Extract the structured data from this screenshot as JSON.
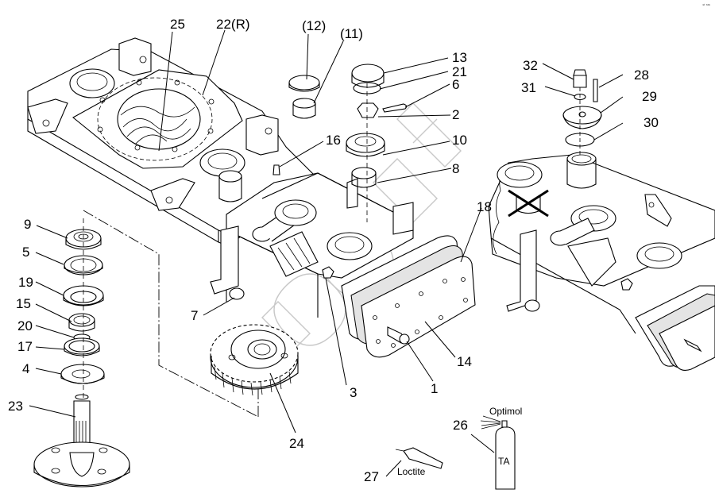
{
  "drawing": {
    "type": "exploded parts diagram",
    "corner_mark": "ᵉᵗ ˢˢˢ",
    "watermark": "OHZOH"
  },
  "callouts": {
    "c1": "1",
    "c2": "2",
    "c3": "3",
    "c4": "4",
    "c5": "5",
    "c6": "6",
    "c7": "7",
    "c8": "8",
    "c9": "9",
    "c10": "10",
    "c11": "(11)",
    "c12": "(12)",
    "c13": "13",
    "c14": "14",
    "c15": "15",
    "c16": "16",
    "c17": "17",
    "c18": "18",
    "c19": "19",
    "c20": "20",
    "c21": "21",
    "c22": "22(R)",
    "c23": "23",
    "c24": "24",
    "c25": "25",
    "c26": "26",
    "c27": "27",
    "c28": "28",
    "c29": "29",
    "c30": "30",
    "c31": "31",
    "c32": "32"
  },
  "consumables": {
    "spray_label": "Optimol",
    "spray_can_text": "TA",
    "adhesive_label": "Loctite"
  }
}
